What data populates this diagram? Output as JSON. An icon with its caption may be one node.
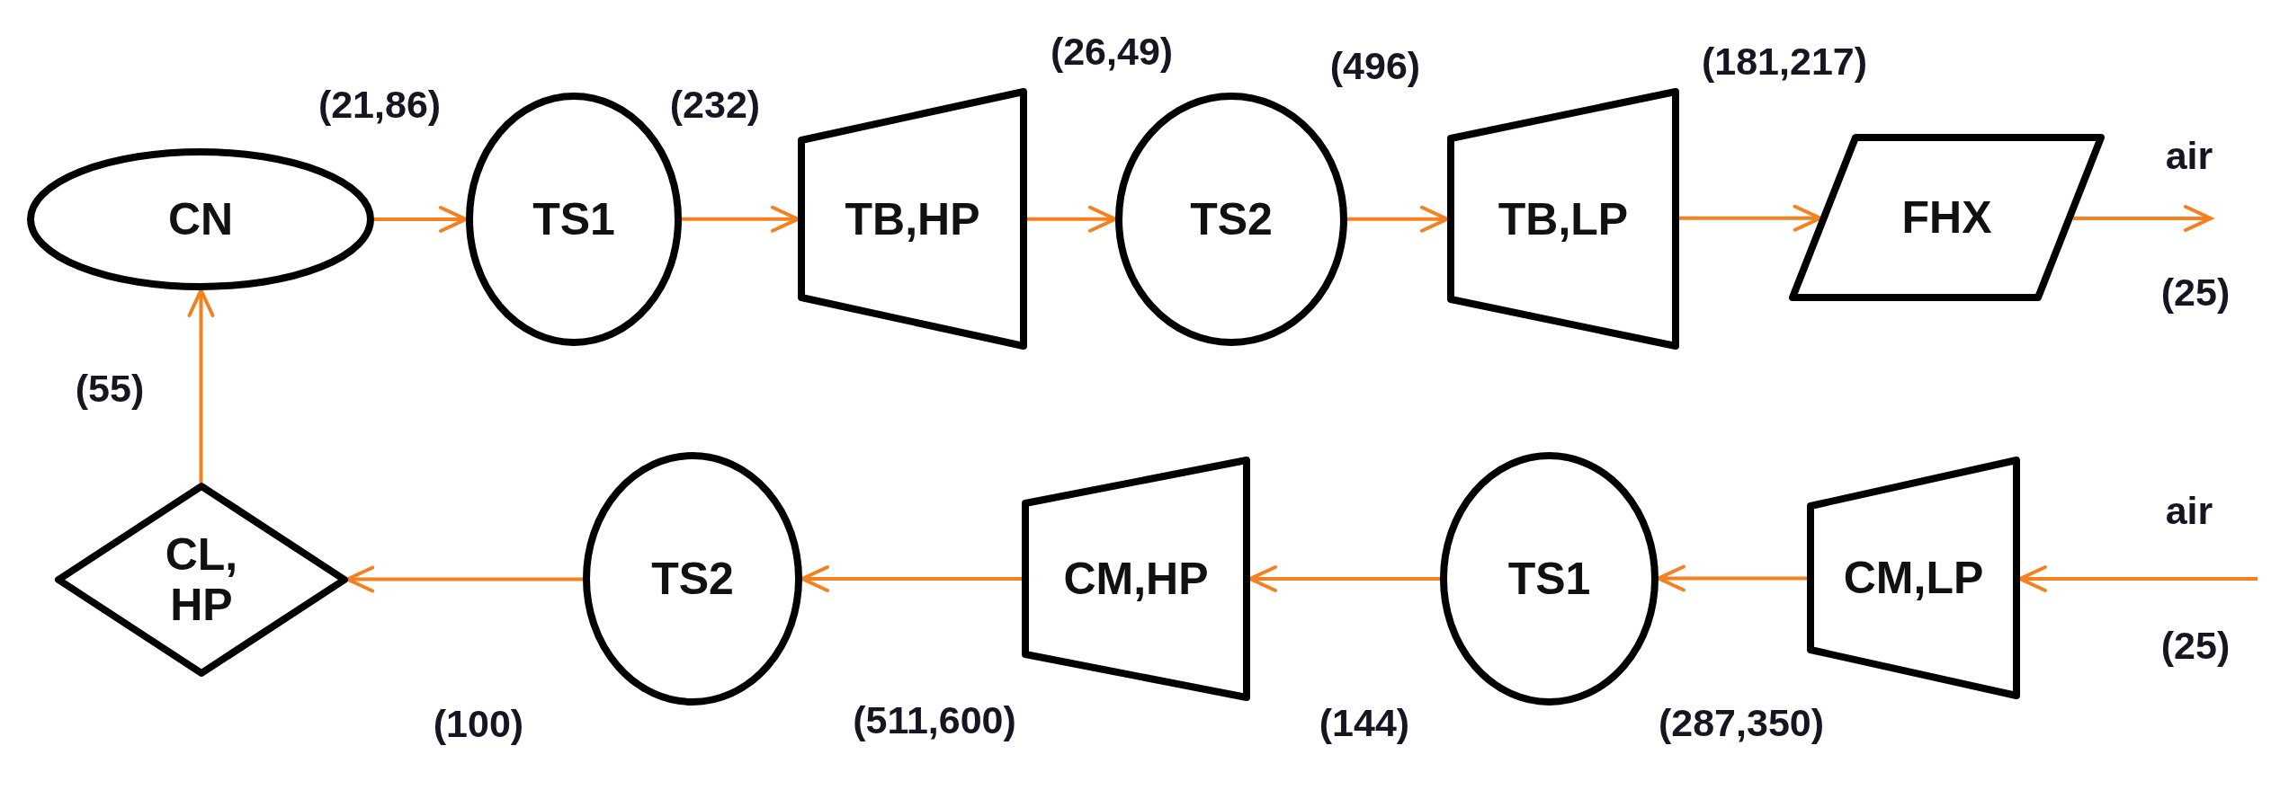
{
  "diagram": {
    "nodes": [
      {
        "text": [
          "CN"
        ]
      },
      {
        "text": [
          "TS1"
        ]
      },
      {
        "text": [
          "TB,HP"
        ]
      },
      {
        "text": [
          "TS2"
        ]
      },
      {
        "text": [
          "TB,LP"
        ]
      },
      {
        "text": [
          "FHX"
        ]
      },
      {
        "text": [
          "CL, HP"
        ]
      },
      {
        "text": [
          "TS2"
        ]
      },
      {
        "text": [
          "CM,HP"
        ]
      },
      {
        "text": [
          "TS1"
        ]
      },
      {
        "text": [
          "CM,LP"
        ]
      }
    ],
    "edges": [
      {
        "from": 0,
        "to": 1,
        "arrow": "to"
      },
      {
        "from": 1,
        "to": 2,
        "arrow": "to"
      },
      {
        "from": 2,
        "to": 3,
        "arrow": "to"
      },
      {
        "from": 3,
        "to": 4,
        "arrow": "to"
      },
      {
        "from": 4,
        "to": 5,
        "arrow": "to"
      },
      {
        "from": 5,
        "to": null,
        "arrow": "to"
      },
      {
        "from": null,
        "to": 10,
        "arrow": "to"
      },
      {
        "from": 10,
        "to": 9,
        "arrow": "to"
      },
      {
        "from": 9,
        "to": 8,
        "arrow": "to"
      },
      {
        "from": 8,
        "to": 7,
        "arrow": "to"
      },
      {
        "from": 7,
        "to": 6,
        "arrow": "to"
      },
      {
        "from": 6,
        "to": 0,
        "arrow": "to"
      }
    ],
    "labels": [
      "(21,86)",
      "(232)",
      "(26,49)",
      "(496)",
      "(181,217)",
      "air",
      "(25)",
      "(55)",
      "air",
      "(25)",
      "(100)",
      "(511,600)",
      "(144)",
      "(287,350)"
    ]
  }
}
